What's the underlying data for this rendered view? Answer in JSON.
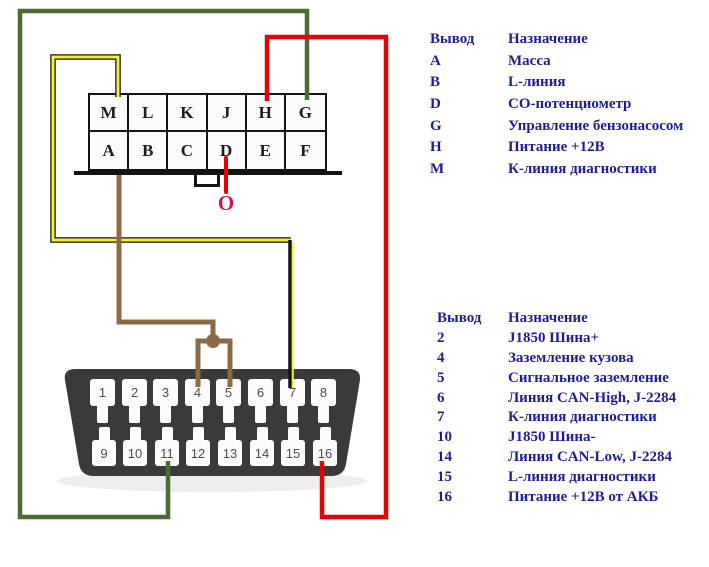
{
  "gm_connector": {
    "top_row": [
      "M",
      "L",
      "K",
      "J",
      "H",
      "G"
    ],
    "bottom_row": [
      "A",
      "B",
      "C",
      "D",
      "E",
      "F"
    ],
    "terminal_label": "O"
  },
  "obd_connector": {
    "top_row": [
      "1",
      "2",
      "3",
      "4",
      "5",
      "6",
      "7",
      "8"
    ],
    "bottom_row": [
      "9",
      "10",
      "11",
      "12",
      "13",
      "14",
      "15",
      "16"
    ]
  },
  "legend_top": {
    "header": {
      "pin": "Вывод",
      "desc": "Назначение"
    },
    "rows": [
      {
        "pin": "A",
        "desc": "Масса"
      },
      {
        "pin": "B",
        "desc": "L-линия"
      },
      {
        "pin": "D",
        "desc": "CO-потенциометр"
      },
      {
        "pin": "G",
        "desc": "Управление бензонасосом"
      },
      {
        "pin": "H",
        "desc": "Питание +12В"
      },
      {
        "pin": "M",
        "desc": "К-линия диагностики"
      }
    ]
  },
  "legend_bottom": {
    "header": {
      "pin": "Вывод",
      "desc": "Назначение"
    },
    "rows": [
      {
        "pin": "2",
        "desc": "J1850 Шина+"
      },
      {
        "pin": "4",
        "desc": "Заземление кузова"
      },
      {
        "pin": "5",
        "desc": "Сигнальное заземление"
      },
      {
        "pin": "6",
        "desc": "Линия CAN-High, J-2284"
      },
      {
        "pin": "7",
        "desc": "К-линия диагностики"
      },
      {
        "pin": "10",
        "desc": "J1850 Шина-"
      },
      {
        "pin": "14",
        "desc": "Линия CAN-Low, J-2284"
      },
      {
        "pin": "15",
        "desc": "L-линия диагностики"
      },
      {
        "pin": "16",
        "desc": "Питание +12В от АКБ"
      }
    ]
  },
  "colors": {
    "wire_red": "#e60202",
    "wire_green": "#4c6b36",
    "wire_yellow": "#f4f138",
    "wire_brown": "#8b6b45",
    "wire_black": "#141414",
    "text_navy": "#1e1e90",
    "terminal_crimson": "#c4195c",
    "obd_body": "#3a3a3a",
    "pin_number_gray": "#4c4c4c"
  }
}
